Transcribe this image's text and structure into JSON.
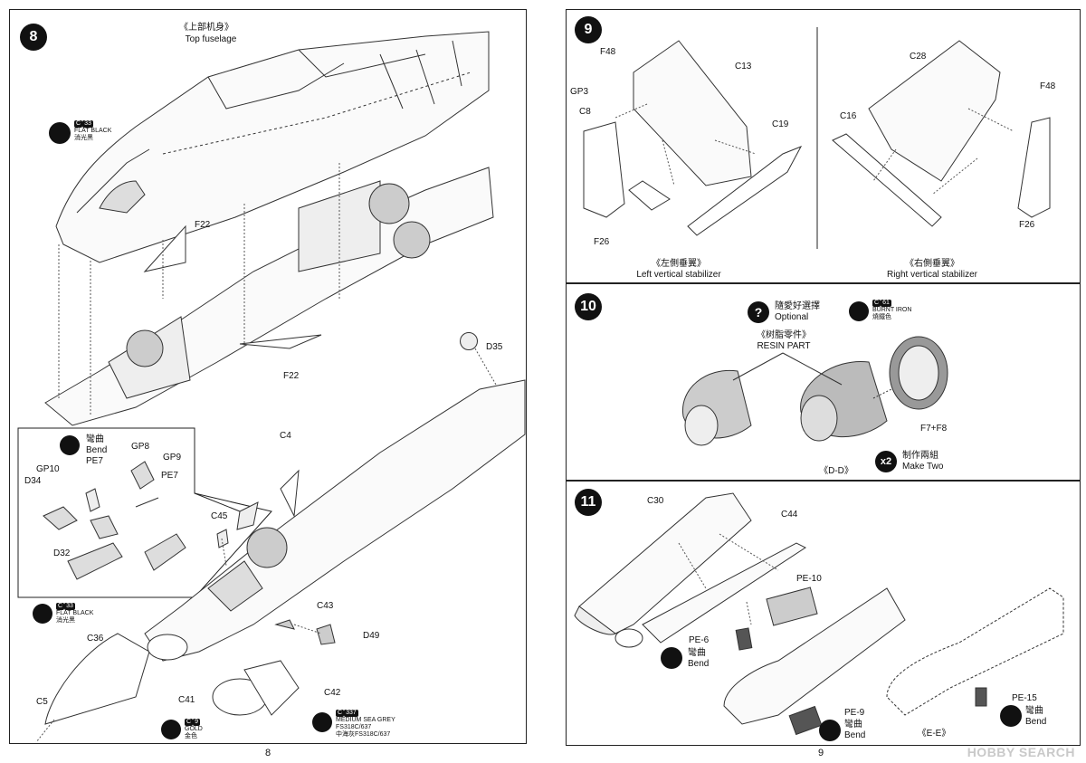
{
  "left_page": {
    "page_number": "8",
    "step8": {
      "number": "8",
      "top_fuselage_cn": "《上部机身》",
      "top_fuselage_en": "Top fuselage",
      "paint1": {
        "code": "C",
        "num": "33",
        "name": "FLAT BLACK",
        "cn": "消光黑"
      },
      "paint2": {
        "code": "C",
        "num": "33",
        "name": "FLAT BLACK",
        "cn": "消光黑"
      },
      "paint3": {
        "code": "C",
        "num": "9",
        "name": "GOLD",
        "cn": "金色"
      },
      "paint4": {
        "code": "C",
        "num": "337",
        "name": "MEDIUM SEA GREY",
        "fs": "FS318C/637",
        "cn": "中海灰FS318C/637"
      },
      "bend_cn": "彎曲",
      "bend_en": "Bend",
      "parts": {
        "f22_a": "F22",
        "f22_b": "F22",
        "d35": "D35",
        "c4": "C4",
        "gp8": "GP8",
        "gp9": "GP9",
        "pe7_a": "PE7",
        "pe7_b": "PE7",
        "gp10": "GP10",
        "d34": "D34",
        "d32": "D32",
        "c45": "C45",
        "c43": "C43",
        "d49": "D49",
        "c36": "C36",
        "c5": "C5",
        "c41": "C41",
        "c42": "C42"
      }
    }
  },
  "right_page": {
    "page_number": "9",
    "step9": {
      "number": "9",
      "left_cn": "《左側垂翼》",
      "left_en": "Left vertical stabilizer",
      "right_cn": "《右側垂翼》",
      "right_en": "Right vertical stabilizer",
      "parts": {
        "f48_a": "F48",
        "gp3": "GP3",
        "c8": "C8",
        "c13": "C13",
        "c19": "C19",
        "f26_a": "F26",
        "c28": "C28",
        "f48_b": "F48",
        "c16": "C16",
        "f26_b": "F26"
      }
    },
    "step10": {
      "number": "10",
      "optional_cn": "隨愛好選擇",
      "optional_en": "Optional",
      "resin_cn": "《树脂零件》",
      "resin_en": "RESIN PART",
      "paint": {
        "code": "C",
        "num": "61",
        "name": "BURNT IRON",
        "cn": "燒鐵色"
      },
      "f7f8": "F7+F8",
      "dd": "《D-D》",
      "x2": "x2",
      "make_two_cn": "制作兩組",
      "make_two_en": "Make Two"
    },
    "step11": {
      "number": "11",
      "bend_cn": "彎曲",
      "bend_en": "Bend",
      "ee": "《E-E》",
      "parts": {
        "c30": "C30",
        "c44": "C44",
        "pe10": "PE-10",
        "pe6": "PE-6",
        "pe9": "PE-9",
        "pe15": "PE-15"
      }
    }
  },
  "watermark": "HOBBY SEARCH"
}
